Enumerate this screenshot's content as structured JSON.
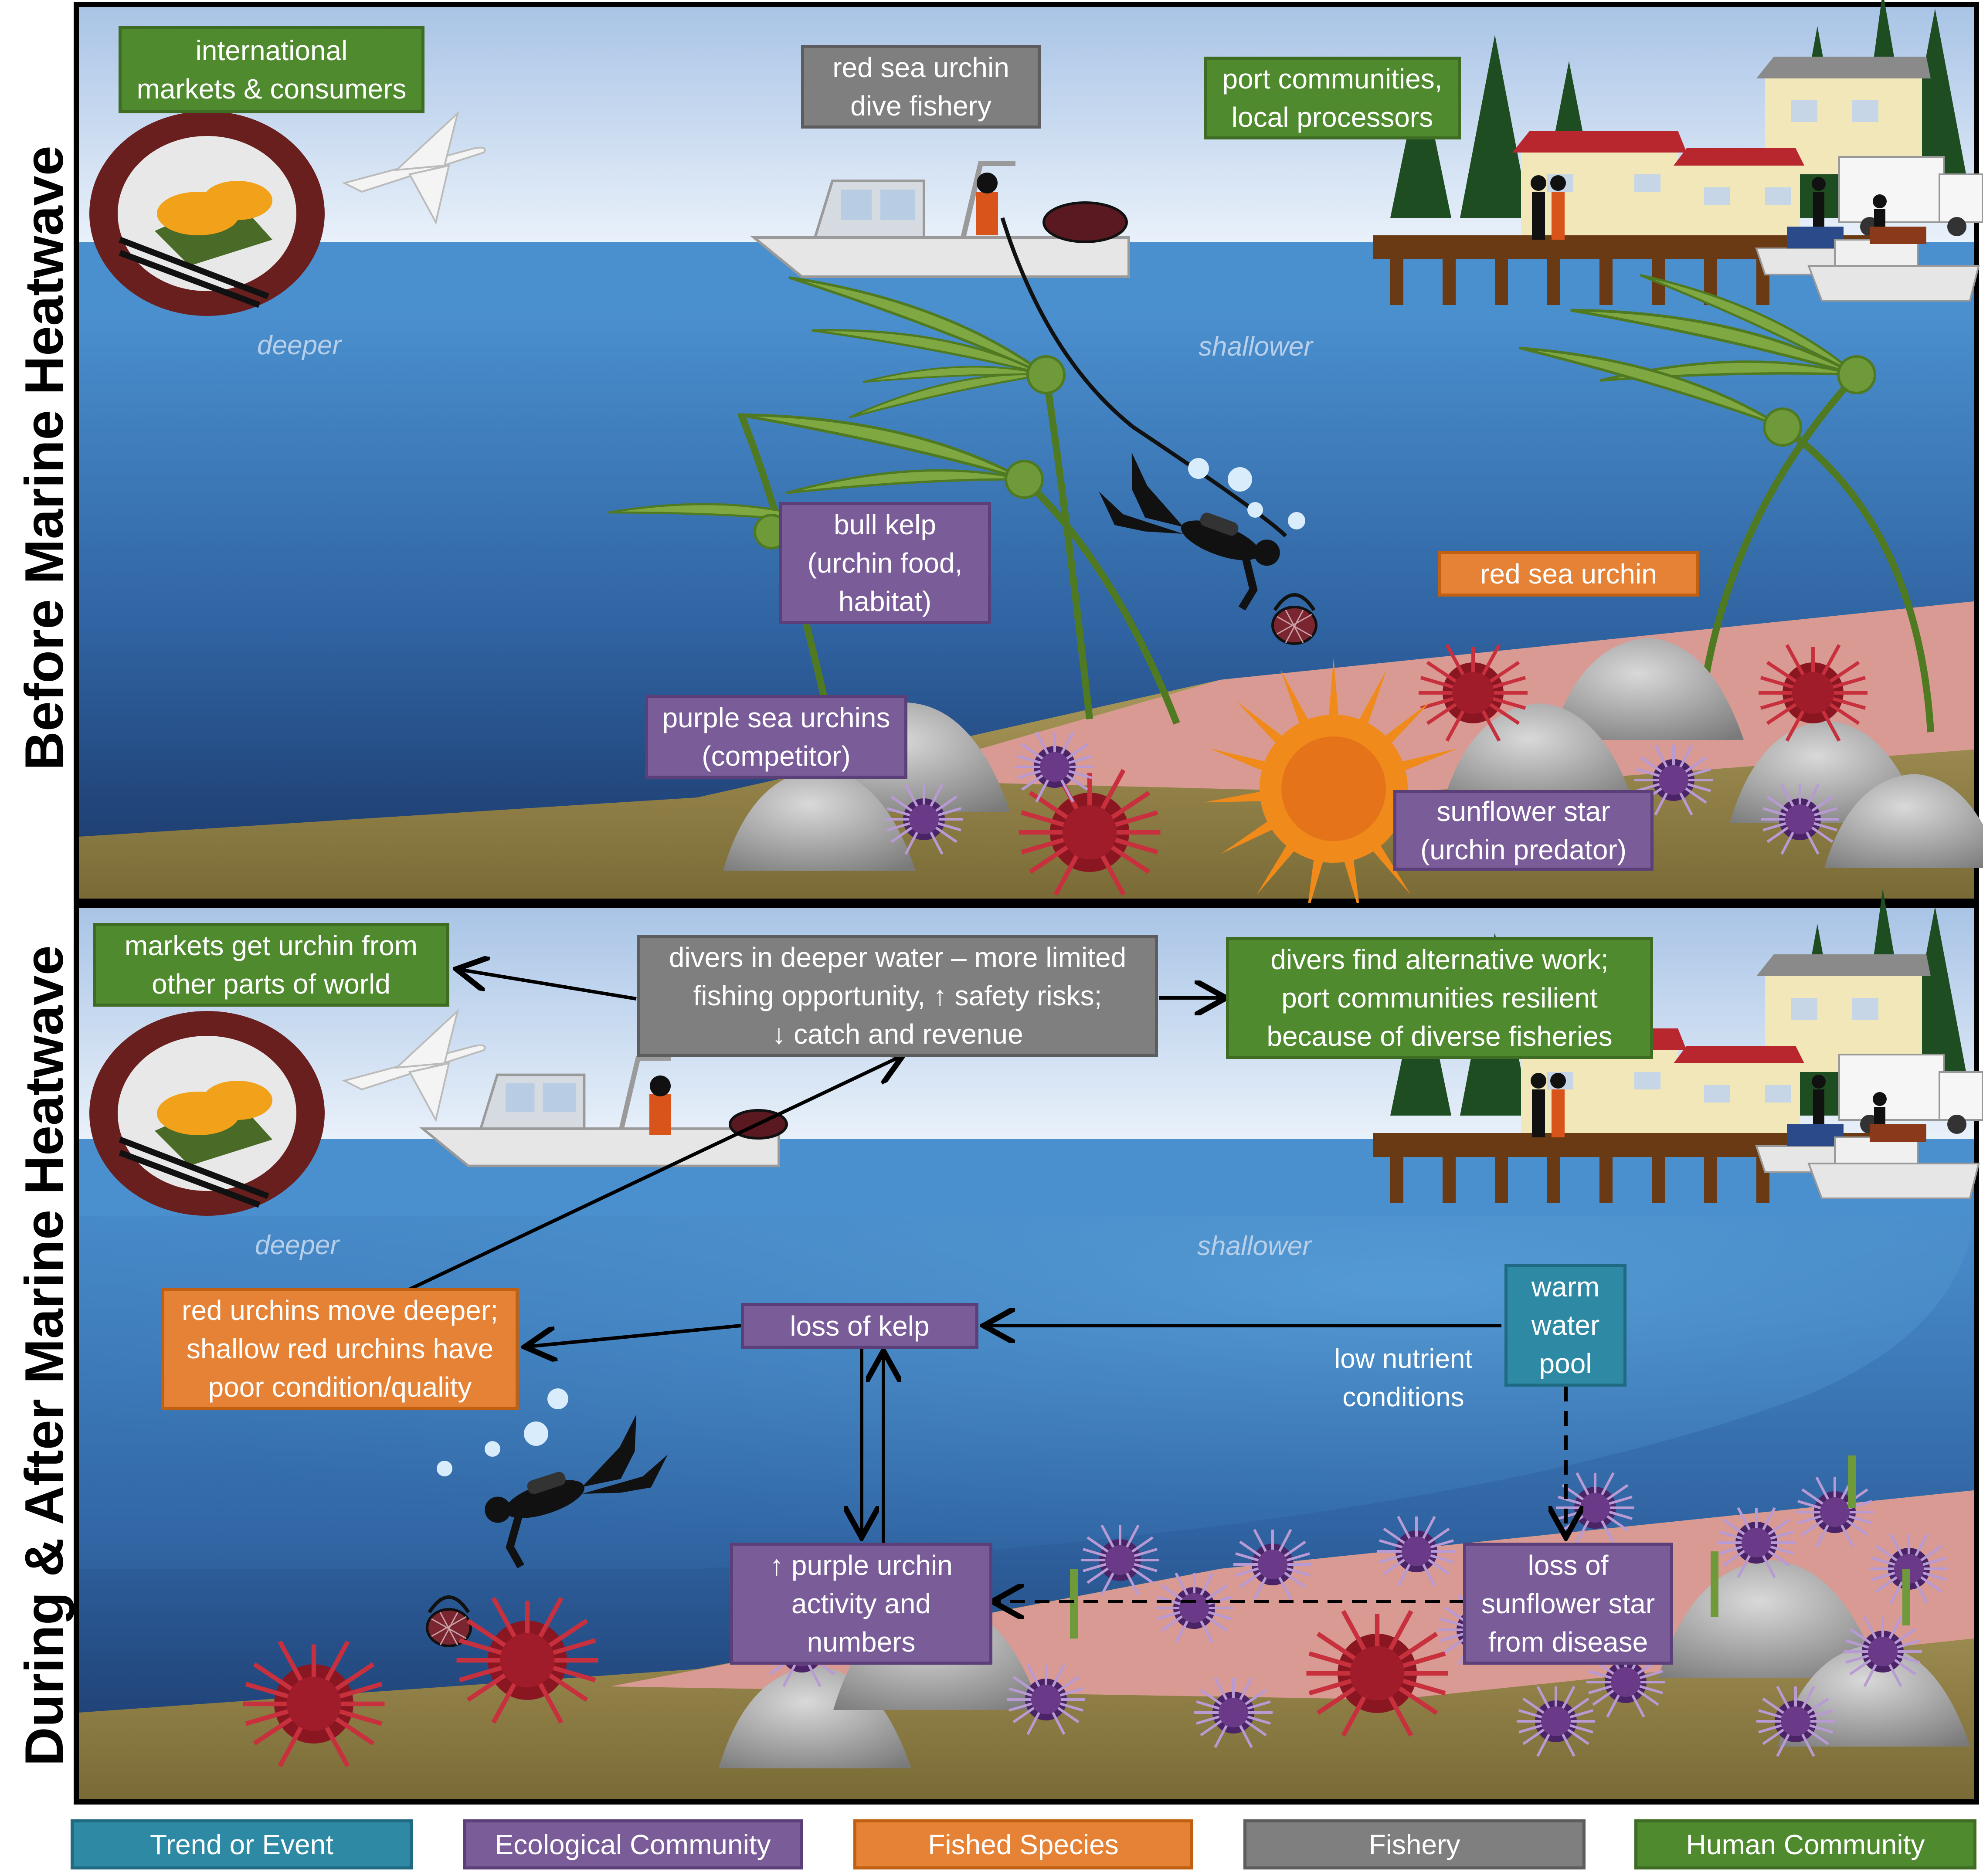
{
  "panels": {
    "before": {
      "title": "Before Marine Heatwave",
      "depth_deeper": "deeper",
      "depth_shallower": "shallower",
      "labels": {
        "markets": "international\nmarkets & consumers",
        "fishery": "red sea urchin\ndive fishery",
        "ports": "port communities,\nlocal processors",
        "bull_kelp": "bull kelp\n(urchin food,\nhabitat)",
        "red_urchin": "red sea urchin",
        "purple_urchins": "purple sea urchins\n(competitor)",
        "sunflower": "sunflower star\n(urchin predator)"
      }
    },
    "after": {
      "title": "During & After Marine Heatwave",
      "depth_deeper": "deeper",
      "depth_shallower": "shallower",
      "labels": {
        "markets": "markets get urchin from\nother parts of world",
        "divers": "divers in deeper water – more limited\nfishing opportunity, ↑ safety risks;\n↓ catch and revenue",
        "alt_work": "divers find alternative work;\nport communities resilient\nbecause of diverse fisheries",
        "red_deeper": "red urchins move deeper;\nshallow red urchins have\npoor condition/quality",
        "loss_kelp": "loss of kelp",
        "warm_pool": "warm\nwater\npool",
        "low_nutrient": "low nutrient\nconditions",
        "purple_activity": "↑ purple urchin\nactivity and\nnumbers",
        "loss_star": "loss of\nsunflower star\nfrom disease"
      }
    }
  },
  "legend": [
    {
      "label": "Trend or Event",
      "color": "#2e8aa4"
    },
    {
      "label": "Ecological Community",
      "color": "#7a5c99"
    },
    {
      "label": "Fished Species",
      "color": "#e58236"
    },
    {
      "label": "Fishery",
      "color": "#7f7f7f"
    },
    {
      "label": "Human Community",
      "color": "#4f8a2e"
    }
  ],
  "colors": {
    "sky_top": "#bcd3ee",
    "ocean_surface": "#4a8fce",
    "ocean_deep": "#1d3a68",
    "sand": "#a89a5c",
    "pink_reef": "#d89a92",
    "kelp": "#6f9a3a",
    "urchin_red": "#b8202e",
    "urchin_purple": "#6a3a88",
    "star_orange": "#f08a1a"
  },
  "icons": [
    "sushi-plate-icon",
    "airplane-icon",
    "boat-icon",
    "diver-icon",
    "trees-icon",
    "house-icon",
    "truck-icon",
    "kelp-icon",
    "red-urchin-icon",
    "purple-urchin-icon",
    "sunflower-star-icon",
    "rock-icon",
    "bubble-icon",
    "basket-icon",
    "fisherman-icon"
  ]
}
